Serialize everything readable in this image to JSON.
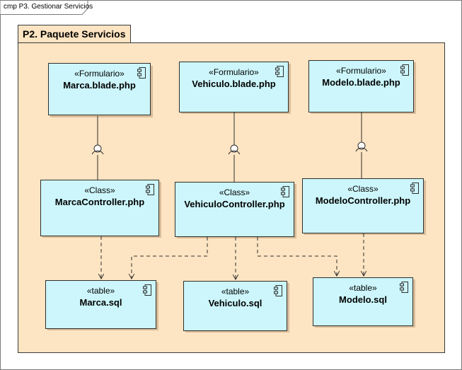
{
  "frame": {
    "title": "cmp P3. Gestionar Servicios"
  },
  "package": {
    "title": "P2. Paquete Servicios"
  },
  "colors": {
    "package_fill": "#fde4c2",
    "component_fill": "#ccf6fb",
    "line": "#2f2f2f"
  },
  "components": {
    "marca_blade": {
      "stereotype": "«Formulario»",
      "name": "Marca.blade.php",
      "icon": "component-icon"
    },
    "vehiculo_blade": {
      "stereotype": "«Formulario»",
      "name": "Vehiculo.blade.php",
      "icon": "component-icon"
    },
    "modelo_blade": {
      "stereotype": "«Formulario»",
      "name": "Modelo.blade.php",
      "icon": "component-icon"
    },
    "marca_ctrl": {
      "stereotype": "«Class»",
      "name": "MarcaController.php",
      "icon": "component-icon"
    },
    "vehiculo_ctrl": {
      "stereotype": "«Class»",
      "name": "VehiculoController.php",
      "icon": "component-icon"
    },
    "modelo_ctrl": {
      "stereotype": "«Class»",
      "name": "ModeloController.php",
      "icon": "component-icon"
    },
    "marca_sql": {
      "stereotype": "«table»",
      "name": "Marca.sql",
      "icon": "component-icon"
    },
    "vehiculo_sql": {
      "stereotype": "«table»",
      "name": "Vehiculo.sql",
      "icon": "component-icon"
    },
    "modelo_sql": {
      "stereotype": "«table»",
      "name": "Modelo.sql",
      "icon": "component-icon"
    }
  },
  "interfaces": [
    {
      "from": "marca_blade",
      "to": "marca_ctrl",
      "kind": "provided-required"
    },
    {
      "from": "vehiculo_blade",
      "to": "vehiculo_ctrl",
      "kind": "provided-required"
    },
    {
      "from": "modelo_blade",
      "to": "modelo_ctrl",
      "kind": "provided-required"
    }
  ],
  "dependencies": [
    {
      "from": "marca_ctrl",
      "to": "marca_sql"
    },
    {
      "from": "vehiculo_ctrl",
      "to": "marca_sql"
    },
    {
      "from": "vehiculo_ctrl",
      "to": "vehiculo_sql"
    },
    {
      "from": "vehiculo_ctrl",
      "to": "modelo_sql"
    },
    {
      "from": "modelo_ctrl",
      "to": "modelo_sql"
    }
  ]
}
